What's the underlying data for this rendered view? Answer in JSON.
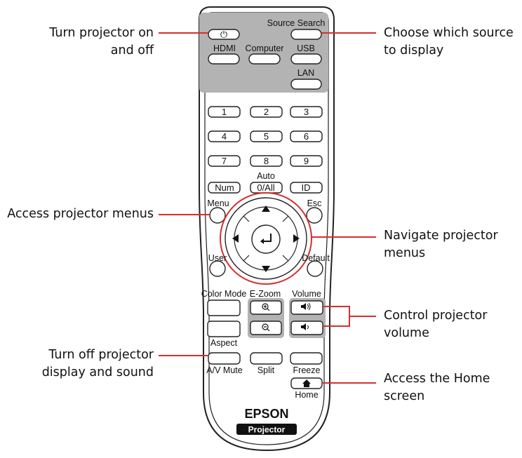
{
  "callouts": {
    "power": [
      "Turn projector on",
      "and off"
    ],
    "source": [
      "Choose which source",
      "to display"
    ],
    "menus": [
      "Access projector menus"
    ],
    "navigate": [
      "Navigate projector",
      "menus"
    ],
    "volume": [
      "Control projector",
      "volume"
    ],
    "avmute": [
      "Turn off projector",
      "display and sound"
    ],
    "home": [
      "Access the Home",
      "screen"
    ]
  },
  "buttons": {
    "power_icon": "⏻",
    "source_search": "Source Search",
    "hdmi": "HDMI",
    "computer": "Computer",
    "usb": "USB",
    "lan": "LAN",
    "digits": [
      "1",
      "2",
      "3",
      "4",
      "5",
      "6",
      "7",
      "8",
      "9"
    ],
    "num": "Num",
    "auto": "Auto",
    "zero_all": "0/All",
    "id": "ID",
    "menu": "Menu",
    "esc": "Esc",
    "user": "User",
    "default": "Default",
    "color_mode": "Color Mode",
    "ezoom": "E-Zoom",
    "volume": "Volume",
    "aspect": "Aspect",
    "avmute": "A/V Mute",
    "split": "Split",
    "freeze": "Freeze",
    "home": "Home"
  },
  "brand": {
    "name": "EPSON",
    "product": "Projector"
  },
  "colors": {
    "callout_line": "#d62f2f",
    "panel_gray": "#b3b3b3",
    "outline": "#222222"
  }
}
